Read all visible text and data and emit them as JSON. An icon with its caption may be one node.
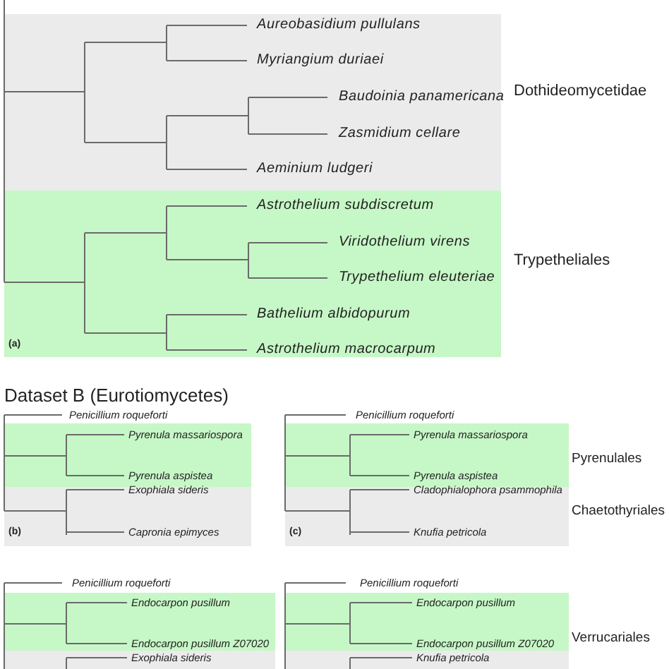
{
  "diagram": {
    "nodes": [
      {
        "text": [
          "Aureobasidium pullulans",
          "Myriangium duriaei",
          "Baudoinia panamericana",
          "Zasmidium cellare",
          "Aeminium ludgeri"
        ],
        "beside": [
          "Dothideomycetidae"
        ]
      },
      {
        "text": [
          "Astrothelium subdiscretum",
          "Viridothelium virens",
          "Trypethelium eleuteriae",
          "Bathelium albidopurum",
          "Astrothelium macrocarpum"
        ],
        "beside": [
          "Trypetheliales"
        ]
      },
      {
        "text": [
          "Pyrenula massariospora",
          "Pyrenula aspistea"
        ]
      },
      {
        "text": [
          "Exophiala sideris",
          "Capronia epimyces"
        ]
      },
      {
        "text": [
          "Pyrenula massariospora",
          "Pyrenula aspistea"
        ],
        "beside": [
          "Pyrenulales"
        ]
      },
      {
        "text": [
          "Cladophialophora psammophila",
          "Knufia petricola"
        ],
        "beside": [
          "Chaetothyriales"
        ]
      },
      {
        "text": [
          "Endocarpon pusillum",
          "Endocarpon pusillum Z07020"
        ]
      },
      {
        "text": [
          "Exophiala sideris"
        ]
      },
      {
        "text": [
          "Endocarpon pusillum",
          "Endocarpon pusillum Z07020"
        ],
        "beside": [
          "Verrucariales"
        ]
      },
      {
        "text": [
          "Knufia petricola"
        ]
      }
    ],
    "labels": [
      "(a)",
      "Dataset B (Eurotiomycetes)",
      "Penicillium roqueforti",
      "(b)",
      "Penicillium roqueforti",
      "(c)",
      "Penicillium roqueforti",
      "Penicillium roqueforti"
    ]
  }
}
